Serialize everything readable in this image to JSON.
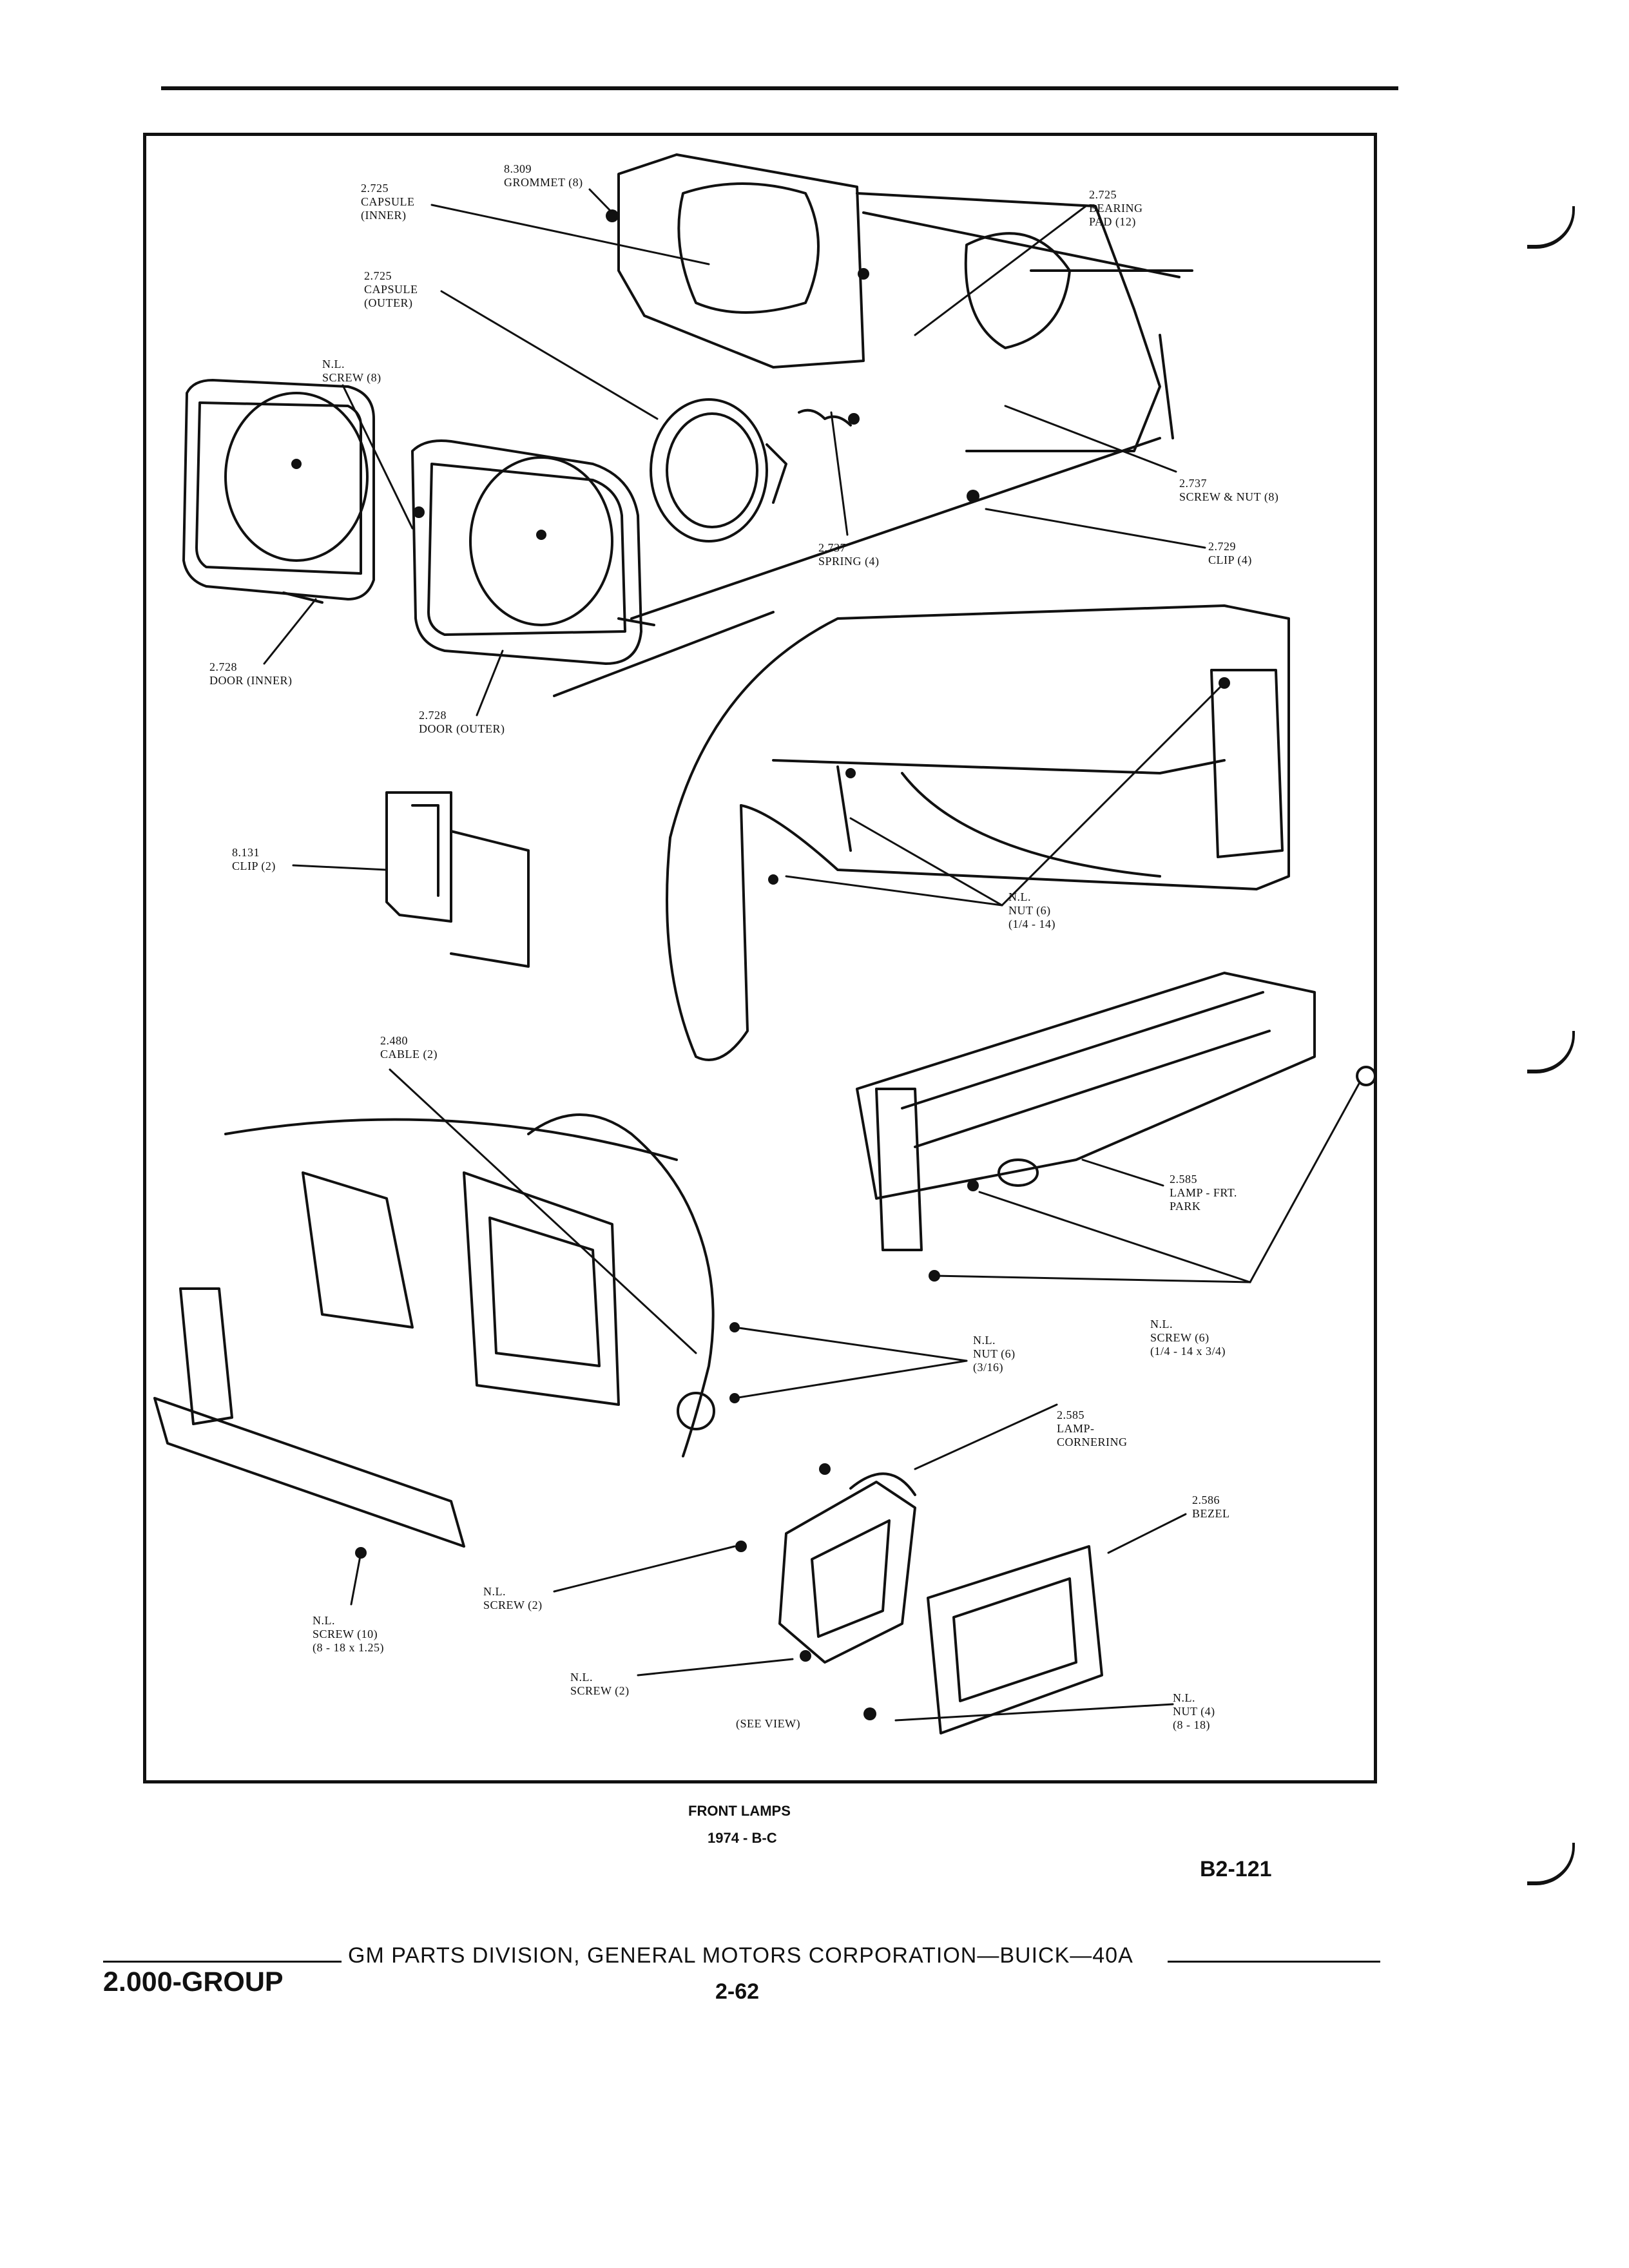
{
  "labels": {
    "grommet": "8.309\nGROMMET (8)",
    "capsule_inner": "2.725\nCAPSULE\n(INNER)",
    "capsule_outer": "2.725\nCAPSULE\n(OUTER)",
    "bearing_pad": "2.725\nBEARING\nPAD (12)",
    "nl_screw_8": "N.L.\nSCREW (8)",
    "screw_nut": "2.737\nSCREW & NUT (8)",
    "clip_4": "2.729\nCLIP (4)",
    "spring": "2.737\nSPRING (4)",
    "door_inner": "2.728\nDOOR (INNER)",
    "door_outer": "2.728\nDOOR (OUTER)",
    "clip_2": "8.131\nCLIP (2)",
    "nut_6_quarter": "N.L.\nNUT (6)\n(1/4 - 14)",
    "cable": "2.480\nCABLE (2)",
    "lamp_frt_park": "2.585\nLAMP - FRT.\nPARK",
    "nut_6_316": "N.L.\nNUT (6)\n(3/16)",
    "screw_6": "N.L.\nSCREW (6)\n(1/4 - 14 x 3/4)",
    "lamp_cornering": "2.585\nLAMP-\nCORNERING",
    "bezel": "2.586\nBEZEL",
    "screw_2a": "N.L.\nSCREW (2)",
    "screw_10": "N.L.\nSCREW (10)\n(8 - 18 x 1.25)",
    "screw_2b": "N.L.\nSCREW (2)",
    "see_view": "(SEE VIEW)",
    "nut_4": "N.L.\nNUT (4)\n(8 - 18)"
  },
  "caption": {
    "title": "FRONT LAMPS",
    "subtitle": "1974 - B-C"
  },
  "figure_id": "B2-121",
  "footer": {
    "group": "2.000-GROUP",
    "division": "GM PARTS DIVISION, GENERAL MOTORS CORPORATION—BUICK—40A",
    "page": "2-62"
  }
}
